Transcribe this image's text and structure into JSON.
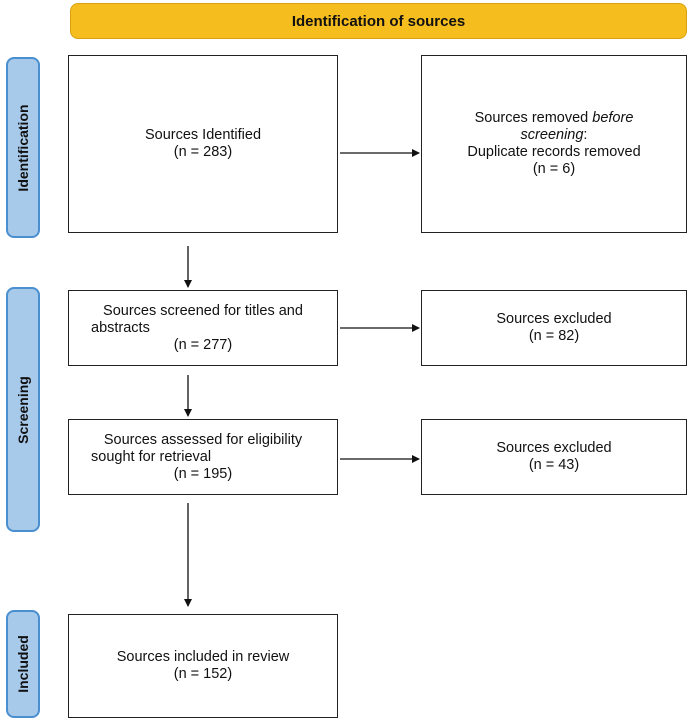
{
  "header": {
    "title": "Identification of sources"
  },
  "phases": {
    "identification": "Identification",
    "screening": "Screening",
    "included": "Included"
  },
  "boxes": {
    "identified": {
      "line1": "Sources Identified",
      "count": "(n = 283)"
    },
    "removed": {
      "line1": "Sources removed",
      "line1_em": "before",
      "line2_em": "screening",
      "line2_tail": ":",
      "line3": "Duplicate records removed",
      "count": "(n = 6)"
    },
    "screened": {
      "line1": "Sources screened for titles and",
      "line2": "abstracts",
      "count": "(n = 277)"
    },
    "excluded1": {
      "line1": "Sources excluded",
      "count": "(n = 82)"
    },
    "assessed": {
      "line1": "Sources assessed for eligibility",
      "line2": "sought for retrieval",
      "count": "(n = 195)"
    },
    "excluded2": {
      "line1": "Sources excluded",
      "count": "(n = 43)"
    },
    "included": {
      "line1": "Sources included in review",
      "count": "(n = 152)"
    }
  }
}
